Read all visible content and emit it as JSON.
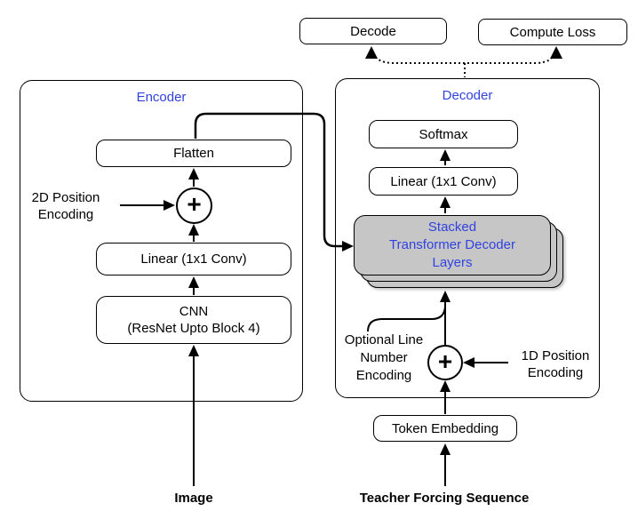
{
  "colors": {
    "accent_blue": "#3142e0",
    "stack_fill": "#c6c6c6",
    "line": "#000000",
    "box_bg": "#ffffff"
  },
  "top": {
    "decode_label": "Decode",
    "compute_loss_label": "Compute Loss"
  },
  "encoder": {
    "title": "Encoder",
    "flatten_label": "Flatten",
    "position_encoding_label": "2D Position\nEncoding",
    "plus": "+",
    "linear_label": "Linear (1x1 Conv)",
    "cnn_label": "CNN\n(ResNet Upto Block 4)"
  },
  "decoder": {
    "title": "Decoder",
    "softmax_label": "Softmax",
    "linear_label": "Linear (1x1 Conv)",
    "stack_label": "Stacked\nTransformer Decoder\nLayers",
    "optional_label": "Optional Line\nNumber\nEncoding",
    "plus": "+",
    "position_encoding_label": "1D Position\nEncoding",
    "token_embedding_label": "Token Embedding"
  },
  "inputs": {
    "image_label": "Image",
    "teacher_label": "Teacher Forcing Sequence"
  }
}
